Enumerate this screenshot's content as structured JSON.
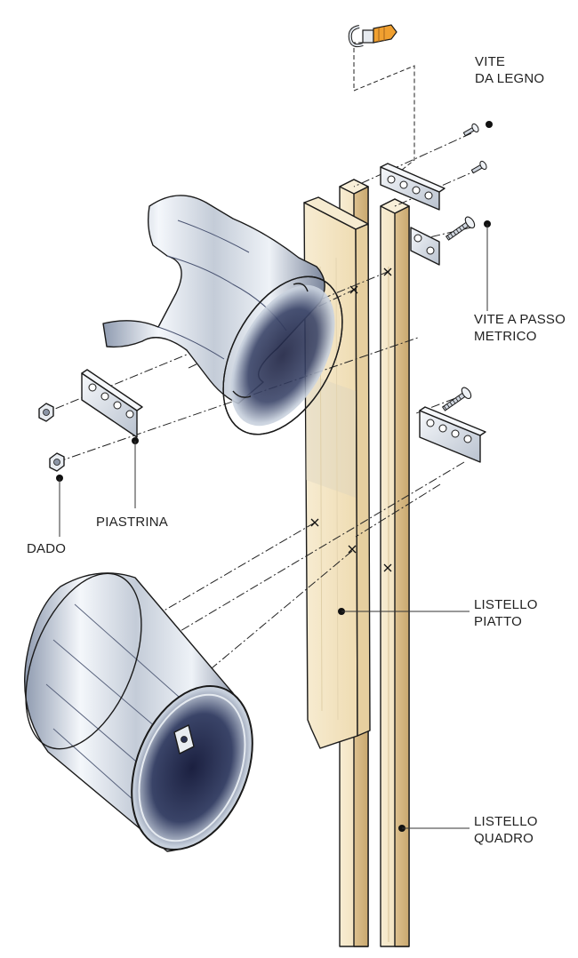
{
  "labels": {
    "vite_da_legno": [
      "VITE",
      "DA LEGNO"
    ],
    "vite_a_passo_metrico": [
      "VITE A PASSO",
      "METRICO"
    ],
    "piastrina": "PIASTRINA",
    "dado": "DADO",
    "listello_piatto": [
      "LISTELLO",
      "PIATTO"
    ],
    "listello_quadro": [
      "LISTELLO",
      "QUADRO"
    ]
  },
  "colors": {
    "wood_light": "#f4e6c4",
    "wood_dark": "#d9bc86",
    "metal_light": "#eef2f6",
    "metal_mid": "#aab4c2",
    "metal_dark": "#2a3150",
    "wall_plug": "#f0a030"
  },
  "icons": [
    "wall-plug-hook-icon",
    "screw-icon",
    "plate-icon",
    "nut-icon",
    "half-pipe-icon",
    "cylinder-pipe-icon"
  ]
}
